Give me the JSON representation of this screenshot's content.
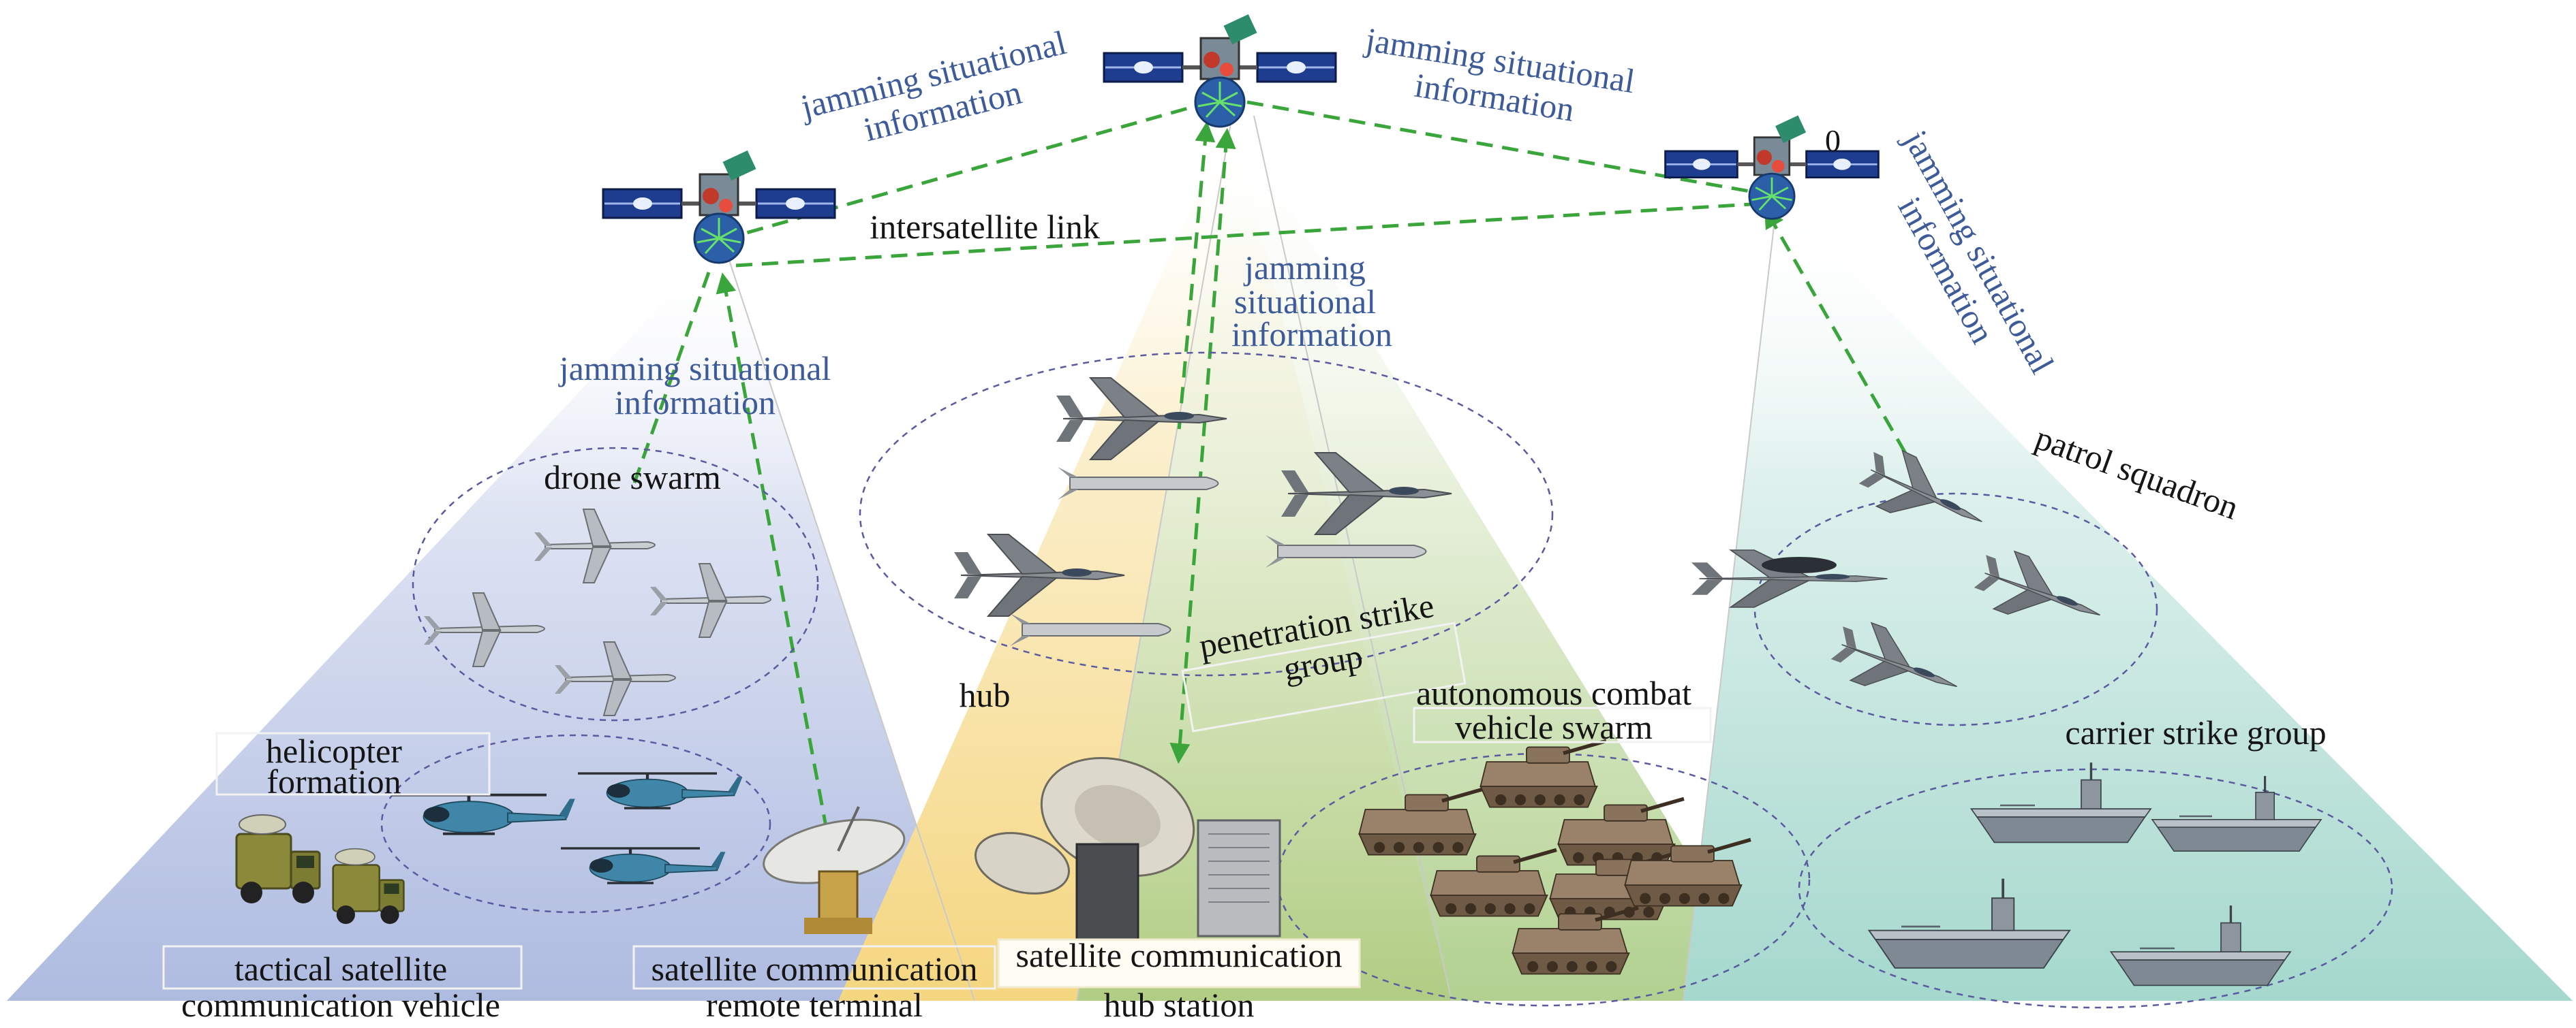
{
  "satellite_number": "0",
  "labels": {
    "jam_top_left_1": "jamming situational",
    "jam_top_left_2": "information",
    "jam_top_right_1": "jamming situational",
    "jam_top_right_2": "information",
    "intersatellite": "intersatellite link",
    "jam_center_1": "jamming",
    "jam_center_2": "situational",
    "jam_center_3": "information",
    "jam_left_1": "jamming situational",
    "jam_left_2": "information",
    "jam_right_1": "jamming situational",
    "jam_right_2": "information",
    "drone_swarm": "drone swarm",
    "hub": "hub",
    "penetration_1": "penetration strike",
    "penetration_2": "group",
    "patrol": "patrol squadron",
    "helicopter_1": "helicopter",
    "helicopter_2": "formation",
    "autonomous_1": "autonomous combat",
    "autonomous_2": "vehicle swarm",
    "carrier": "carrier strike group",
    "tactical_1": "tactical satellite",
    "tactical_2": "communication vehicle",
    "remote_1": "satellite communication",
    "remote_2": "remote terminal",
    "hubstation_1": "satellite communication",
    "hubstation_2": "hub station"
  },
  "colors": {
    "link": "#3aa53a",
    "blue_text": "#3d5a99",
    "left_zone": "#c2cbe6",
    "center_zone": "#f6df9c",
    "green_zone": "#b9d59c",
    "right_zone": "#bfe3dd"
  },
  "icons": [
    "satellite-icon",
    "drone-icon",
    "fighter-jet-icon",
    "missile-icon",
    "helicopter-icon",
    "truck-icon",
    "dish-antenna-icon",
    "tank-icon",
    "aircraft-carrier-icon",
    "awacs-icon"
  ]
}
